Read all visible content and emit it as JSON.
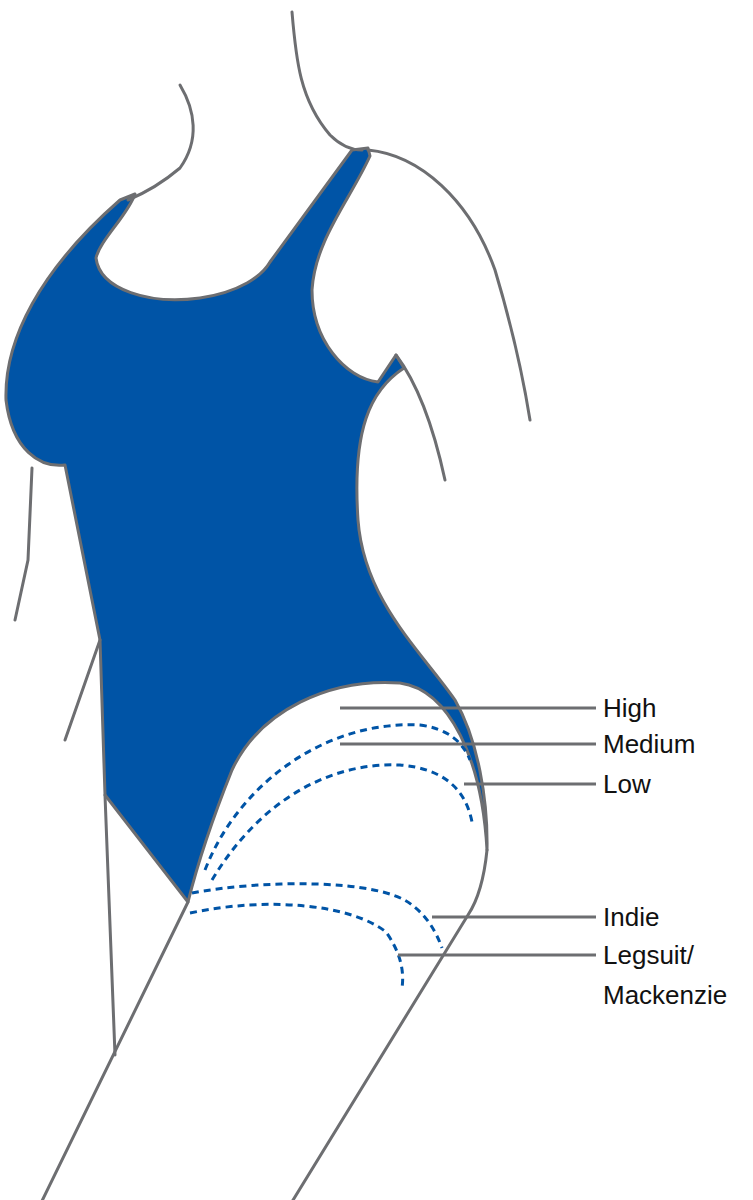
{
  "diagram": {
    "labels": [
      "High",
      "Medium",
      "Low",
      "Indie",
      "Legsuit/ Mackenzie"
    ]
  }
}
